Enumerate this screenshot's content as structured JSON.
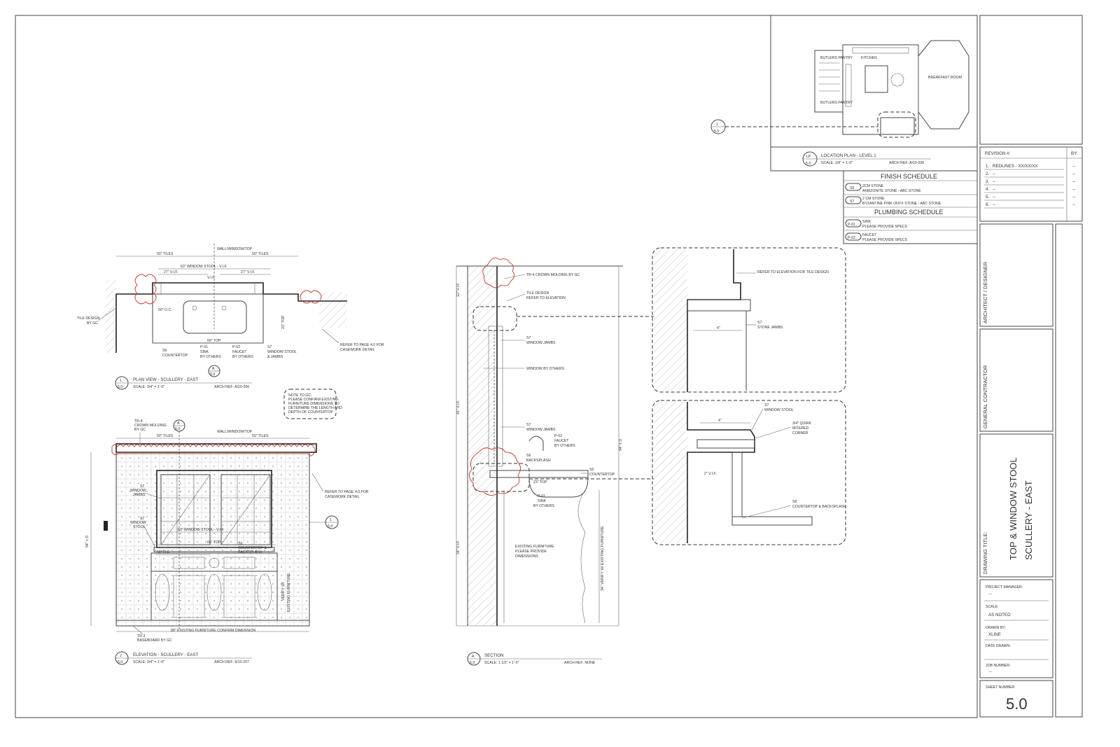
{
  "title_block": {
    "revision_header": "REVISION #:",
    "by_header": "BY:",
    "revisions": [
      {
        "num": "1.",
        "text": "REDLINES - XX/XX/XX",
        "by": "--"
      },
      {
        "num": "2.",
        "text": "--",
        "by": "--"
      },
      {
        "num": "3.",
        "text": "--",
        "by": "--"
      },
      {
        "num": "4.",
        "text": "--",
        "by": "--"
      },
      {
        "num": "5.",
        "text": "--",
        "by": "--"
      },
      {
        "num": "6.",
        "text": "--",
        "by": "--"
      }
    ],
    "architect_label": "ARCHITECT / DESIGNER",
    "contractor_label": "GENERAL CONTRACTOR",
    "drawing_title_label": "DRAWING TITLE:",
    "drawing_title_line1": "TOP & WINDOW STOOL",
    "drawing_title_line2": "SCULLERY - EAST",
    "project_manager_label": "PROJECT MANAGER:",
    "project_manager_value": "---",
    "scale_label": "SCALE:",
    "scale_value": "AS NOTED",
    "drawn_by_label": "DRAWN BY:",
    "drawn_by_value": "XLINE",
    "date_drawn_label": "DATE DRAWN:",
    "date_drawn_value": "",
    "job_number_label": "JOB NUMBER:",
    "job_number_value": "---",
    "sheet_number_label": "SHEET NUMBER:",
    "sheet_number_value": "5.0"
  },
  "location_plan": {
    "tag_num": "LP",
    "tag_sheet": "5.0",
    "title": "LOCATION PLAN - LEVEL 1",
    "scale": "SCALE: 1/8\" = 1'-0\"",
    "ref": "ARCH REF: A/10-206",
    "callout_num": "1",
    "callout_sheet": "5.0",
    "room_labels": [
      "KITCHEN",
      "BREAKFAST ROOM",
      "BUTLERS PANTRY",
      "BUTLERS PANTRY"
    ]
  },
  "finish_schedule": {
    "title": "FINISH SCHEDULE",
    "items": [
      {
        "tag": "S6",
        "line1": "2CM STONE",
        "line2": "AMAZONITE STONE - ABC STONE"
      },
      {
        "tag": "S7",
        "line1": "2 CM STONE",
        "line2": "BYZANTINE PINK ONYX STONE - ABC STONE"
      }
    ]
  },
  "plumbing_schedule": {
    "title": "PLUMBING SCHEDULE",
    "items": [
      {
        "tag": "P-01",
        "line1": "SINK",
        "line2": "PLEASE PROVIDE SPECS"
      },
      {
        "tag": "P-02",
        "line1": "FAUCET",
        "line2": "PLEASE PROVIDE SPECS"
      }
    ]
  },
  "plan_view": {
    "tag_num": "1",
    "tag_sheet": "5.0",
    "title": "PLAN VIEW - SCULLERY - EAST",
    "scale": "SCALE: 3/4\" = 1'-0\"",
    "ref": "ARCH REF: A/10-206",
    "labels": {
      "wall": "WALL/WINDOW/TOP",
      "tiles_l": "50\" TILES",
      "tiles_r": "50\" TILES",
      "window_stool": "63\" WINDOW STOOL - V.I.F.",
      "vif_l": "27\" V.I.F.",
      "vif_r": "27\" V.I.F.",
      "vif_c": "V.I.F.",
      "oc": "50\" O.C.",
      "top": "66\" TOP",
      "top23": "23\" TOP",
      "tile_design": "TILE DESIGN",
      "by_gc": "BY GC",
      "s6": "S6",
      "countertop": "COUNTERTOP",
      "p01": "P-01",
      "sink": "SINK",
      "by_others": "BY OTHERS",
      "p02": "P-02",
      "faucet": "FAUCET",
      "by_others2": "BY OTHERS",
      "s7": "S7",
      "window_stool2": "WINDOW STOOL",
      "jambs": "& JAMBS",
      "refer1": "REFER TO PAGE 4.0 FOR",
      "refer2": "CASEWORK DETAIL",
      "sec_tag": "A",
      "sec_sheet": "5.0"
    }
  },
  "note": {
    "lines": [
      "NOTE TO GC:",
      "PLEASE CONFIRM EXISTING",
      "FURNITURE DIMENSIONS TO",
      "DETERMINE THE LENGTH AND",
      "DEPTH OF COUNTERTOP"
    ]
  },
  "elevation": {
    "tag_num": "2",
    "tag_sheet": "5.0",
    "title": "ELEVATION - SCULLERY - EAST",
    "scale": "SCALE: 3/4\" = 1'-0\"",
    "ref": "ARCH REF: 5/10-207",
    "labels": {
      "tr4": "TR-4",
      "crown": "CROWN MOLDING",
      "by_gc": "BY GC",
      "sec_tag": "A",
      "sec_sheet": "5.0",
      "tiles_l": "50\" TILES",
      "tiles_r": "50\" TILES",
      "wall": "WALL/WINDOW/TOP",
      "s7a": "S7",
      "window_a": "WINDOW",
      "jambs_a": "JAMBS",
      "s7b": "S7",
      "window_b": "WINDOW",
      "stool_b": "STOOL",
      "height": "94\" ± D",
      "stool_dim": "63\" WINDOW STOOL - V.I.F.",
      "top": "66\" TOP",
      "oc": "50\" O.C.",
      "s6": "S6",
      "countertop": "COUNTERTOP &",
      "backsplash": "BACKSPLASH",
      "verify1": "VERIFY W/",
      "verify2": "EXISTING FURNITURE",
      "refer1": "REFER TO PAGE 4.0 FOR",
      "refer2": "CASEWORK DETAIL",
      "callout_num": "1",
      "callout_sheet": "5.0",
      "tr3": "TR-3",
      "baseboard": "BASEBOARD BY GC",
      "existing": "88\" EXISTING FURNITURE CONFIRM DIMENSION"
    }
  },
  "section": {
    "tag_num": "A",
    "tag_sheet": "5.0",
    "title": "SECTION",
    "scale": "SCALE: 1 1/2\" = 1'-0\"",
    "ref": "ARCH REF:         NONE",
    "labels": {
      "tr4": "TR-4 CROWN MOLDING BY GC",
      "tile1": "TILE DESIGN",
      "tile2": "REFER TO ELEVATION",
      "s7a": "S7",
      "jambs": "WINDOW JAMBS",
      "window_others": "WINDOW BY OTHERS",
      "s7b": "S7",
      "jambs2": "WINDOW JAMBS",
      "p02": "P-02",
      "faucet": "FAUCET",
      "by_others": "BY OTHERS",
      "s6": "S6",
      "backsplash": "BACKSPLASH",
      "top": "23\" TOP",
      "s6b": "S6",
      "countertop": "COUNTERTOP",
      "p01": "P-01",
      "sink": "SINK",
      "by_others2": "BY OTHERS",
      "existing1": "EXISTING FURNITURE",
      "existing2": "PLEASE PROVIDE",
      "existing3": "DIMENSIONS",
      "vif_top": "41\" V.I.F.",
      "vif_bot": "34\" V.I.F.",
      "vif_side": "12\" V.I.F.",
      "height": "94\" ± D",
      "verify": "34\" VERIFY W/ EXISTING FURNITURE"
    }
  },
  "detail_top": {
    "refer": "REFER TO ELEVATION FOR TILE DESIGN",
    "s7": "S7",
    "jambs": "STONE JAMBS",
    "dim": "4\""
  },
  "detail_bottom": {
    "s7": "S7",
    "stool": "WINDOW STOOL",
    "quirk1": "3/4\" QUIRK",
    "quirk2": "MITERED",
    "quirk3": "CORNER",
    "dim": "4\"",
    "vif": "2\" V.I.F.",
    "s6": "S6",
    "counter": "COUNTERTOP & BACKSPLASH"
  }
}
